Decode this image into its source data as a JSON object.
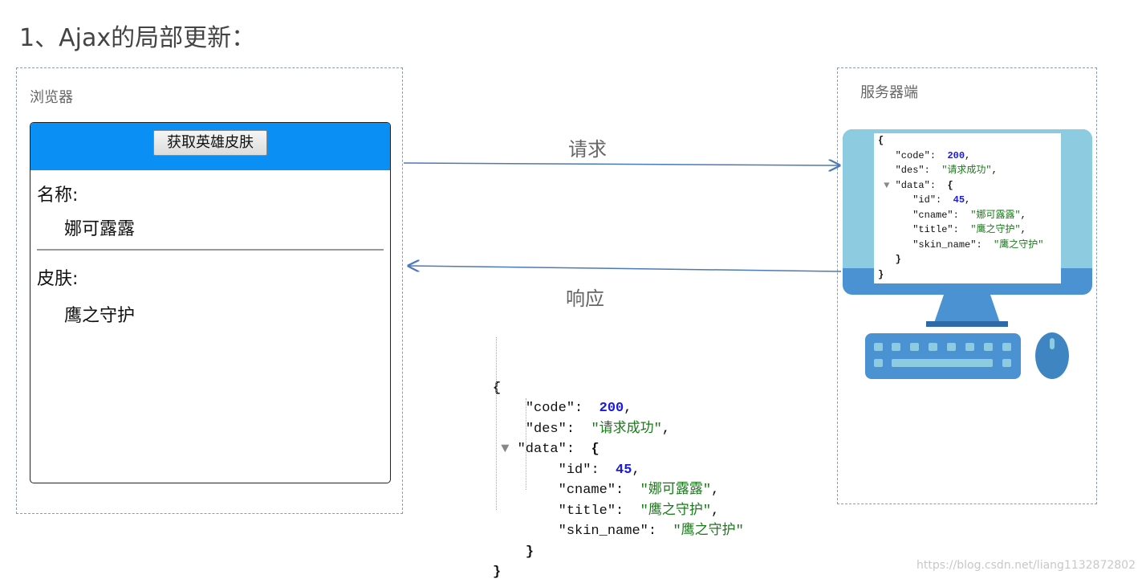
{
  "heading": "1、Ajax的局部更新：",
  "browser": {
    "label": "浏览器",
    "button": "获取英雄皮肤",
    "name_label": "名称:",
    "name_value": "娜可露露",
    "skin_label": "皮肤:",
    "skin_value": "鹰之守护"
  },
  "server": {
    "label": "服务器端"
  },
  "arrows": {
    "request": "请求",
    "response": "响应"
  },
  "json": {
    "code_key": "\"code\"",
    "code_value": "200",
    "des_key": "\"des\"",
    "des_value": "\"请求成功\"",
    "data_key": "\"data\"",
    "id_key": "\"id\"",
    "id_value": "45",
    "cname_key": "\"cname\"",
    "cname_value": "\"娜可露露\"",
    "title_key": "\"title\"",
    "title_value": "\"鹰之守护\"",
    "skin_name_key": "\"skin_name\"",
    "skin_name_value": "\"鹰之守护\""
  },
  "colors": {
    "browser_header": "#0a8ff5",
    "arrow": "#4a7ab8",
    "monitor": "#4a92d2",
    "monitor_light": "#8ccbe0",
    "number": "#1a1adc",
    "string": "#1a7a1a"
  },
  "watermark": "https://blog.csdn.net/liang1132872802"
}
